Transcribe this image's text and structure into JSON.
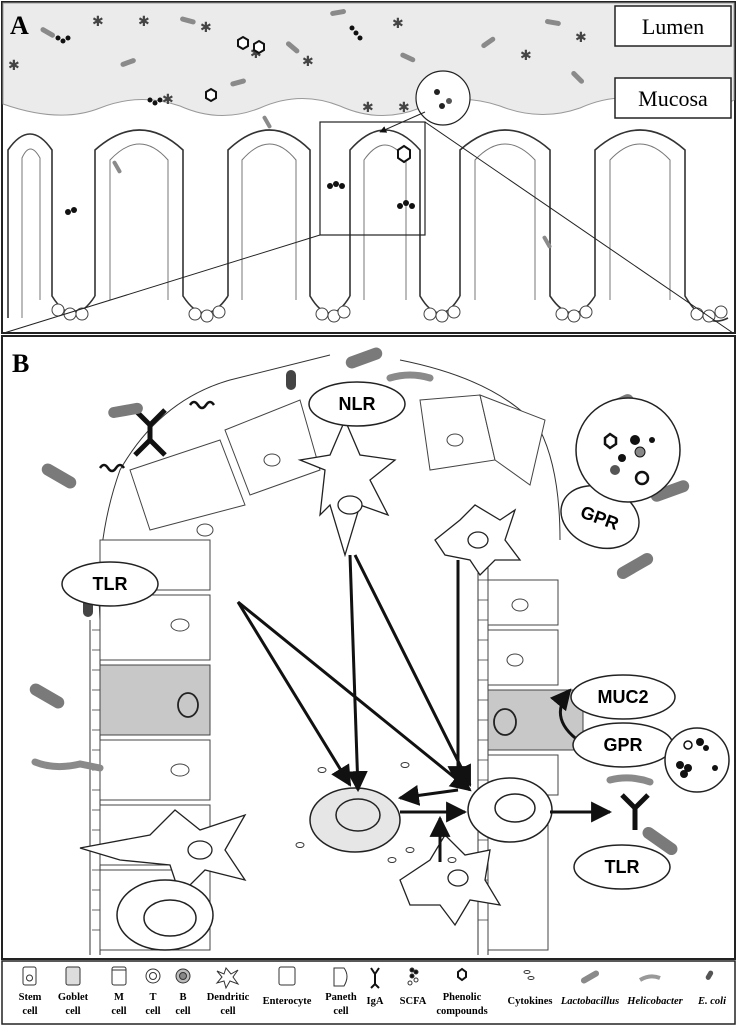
{
  "panels": {
    "a": {
      "letter": "A"
    },
    "b": {
      "letter": "B"
    }
  },
  "regions": {
    "lumen": "Lumen",
    "mucosa": "Mucosa"
  },
  "receptors": {
    "nlr": "NLR",
    "gpr_top": "GPR",
    "tlr_left": "TLR",
    "muc2": "MUC2",
    "gpr_right": "GPR",
    "tlr_right": "TLR"
  },
  "legend": {
    "items": [
      {
        "line1": "Stem",
        "line2": "cell",
        "icon": "stem-cell-icon"
      },
      {
        "line1": "Goblet",
        "line2": "cell",
        "icon": "goblet-cell-icon"
      },
      {
        "line1": "M",
        "line2": "cell",
        "icon": "m-cell-icon"
      },
      {
        "line1": "T",
        "line2": "cell",
        "icon": "t-cell-icon"
      },
      {
        "line1": "B",
        "line2": "cell",
        "icon": "b-cell-icon"
      },
      {
        "line1": "Dendritic",
        "line2": "cell",
        "icon": "dendritic-cell-icon"
      },
      {
        "line1": "Enterocyte",
        "line2": "",
        "icon": "enterocyte-icon"
      },
      {
        "line1": "Paneth",
        "line2": "cell",
        "icon": "paneth-cell-icon"
      },
      {
        "line1": "IgA",
        "line2": "",
        "icon": "iga-icon"
      },
      {
        "line1": "SCFA",
        "line2": "",
        "icon": "scfa-icon"
      },
      {
        "line1": "Phenolic",
        "line2": "compounds",
        "icon": "phenolic-compound-icon"
      },
      {
        "line1": "Cytokines",
        "line2": "",
        "icon": "cytokines-icon"
      },
      {
        "line1": "Lactobacillus",
        "line2": "",
        "icon": "lactobacillus-icon"
      },
      {
        "line1": "Helicobacter",
        "line2": "",
        "icon": "helicobacter-icon"
      },
      {
        "line1": "E. coli",
        "line2": "",
        "icon": "e-coli-icon"
      }
    ]
  },
  "colors": {
    "lumen_fill": "#ebebeb",
    "cell_outline": "#333333",
    "goblet_fill": "#c8c8c8",
    "bacteria": "#7a7a7a",
    "arrow": "#111111"
  }
}
